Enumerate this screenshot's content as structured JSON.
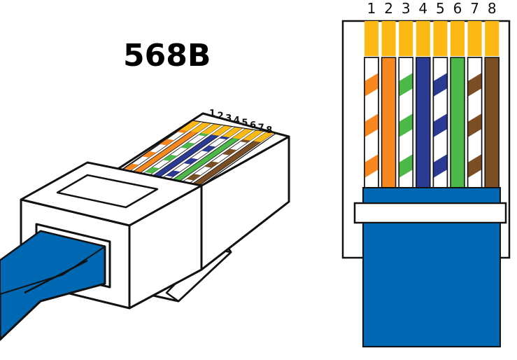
{
  "title": "568B",
  "pin_labels": [
    "1",
    "2",
    "3",
    "4",
    "5",
    "6",
    "7",
    "8"
  ],
  "colors": {
    "orange": "#F7871F",
    "green": "#4CB848",
    "blue": "#2B3A93",
    "brown": "#7B4F23",
    "contact_gold": "#FDB913",
    "cable_blue": "#0068B3",
    "outline": "#111111",
    "white": "#FFFFFF"
  },
  "wires": [
    {
      "pin": "1",
      "color": "orange",
      "striped": true
    },
    {
      "pin": "2",
      "color": "orange",
      "striped": false
    },
    {
      "pin": "3",
      "color": "green",
      "striped": true
    },
    {
      "pin": "4",
      "color": "blue",
      "striped": false
    },
    {
      "pin": "5",
      "color": "blue",
      "striped": true
    },
    {
      "pin": "6",
      "color": "green",
      "striped": false
    },
    {
      "pin": "7",
      "color": "brown",
      "striped": true
    },
    {
      "pin": "8",
      "color": "brown",
      "striped": false
    }
  ]
}
